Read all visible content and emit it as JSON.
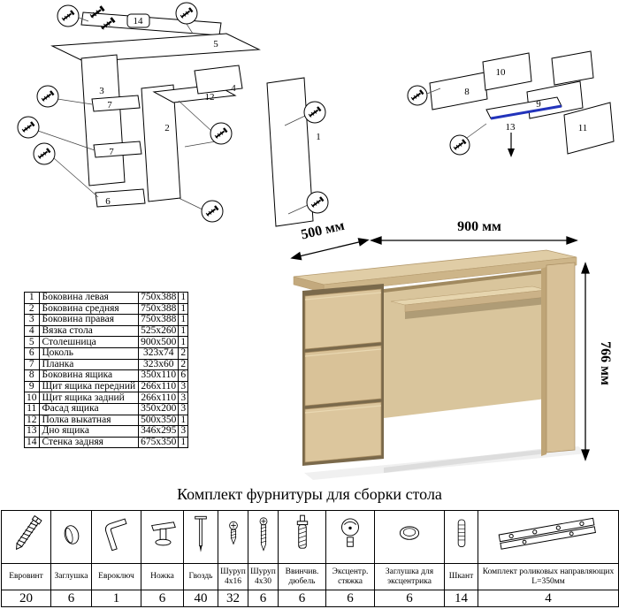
{
  "title": "Комплект фурнитуры для сборки стола",
  "colors": {
    "wood": "#d8c198",
    "wood_dark": "#c4a878",
    "highlight_blue": "#2233bb"
  },
  "desk": {
    "dim_width": "900 мм",
    "dim_depth": "500 мм",
    "dim_height": "766 мм"
  },
  "parts_table": {
    "rows": [
      {
        "n": "1",
        "name": "Боковина левая",
        "size": "750x388",
        "qty": "1"
      },
      {
        "n": "2",
        "name": "Боковина средняя",
        "size": "750x388",
        "qty": "1"
      },
      {
        "n": "3",
        "name": "Боковина правая",
        "size": "750x388",
        "qty": "1"
      },
      {
        "n": "4",
        "name": "Вязка стола",
        "size": "525x260",
        "qty": "1"
      },
      {
        "n": "5",
        "name": "Столешница",
        "size": "900x500",
        "qty": "1"
      },
      {
        "n": "6",
        "name": "Цоколь",
        "size": "323x74",
        "qty": "2"
      },
      {
        "n": "7",
        "name": "Планка",
        "size": "323x60",
        "qty": "2"
      },
      {
        "n": "8",
        "name": "Боковина ящика",
        "size": "350x110",
        "qty": "6"
      },
      {
        "n": "9",
        "name": "Щит ящика передний",
        "size": "266x110",
        "qty": "3"
      },
      {
        "n": "10",
        "name": "Щит ящика задний",
        "size": "266x110",
        "qty": "3"
      },
      {
        "n": "11",
        "name": "Фасад ящика",
        "size": "350x200",
        "qty": "3"
      },
      {
        "n": "12",
        "name": "Полка выкатная",
        "size": "500x350",
        "qty": "1"
      },
      {
        "n": "13",
        "name": "Дно ящика",
        "size": "346x295",
        "qty": "3"
      },
      {
        "n": "14",
        "name": "Стенка задняя",
        "size": "675x350",
        "qty": "1"
      }
    ]
  },
  "hardware": {
    "items": [
      {
        "name": "Евровинт",
        "qty": "20"
      },
      {
        "name": "Заглушка",
        "qty": "6"
      },
      {
        "name": "Евроключ",
        "qty": "1"
      },
      {
        "name": "Ножка",
        "qty": "6"
      },
      {
        "name": "Гвоздь",
        "qty": "40"
      },
      {
        "name": "Шуруп 4x16",
        "qty": "32"
      },
      {
        "name": "Шуруп 4x30",
        "qty": "6"
      },
      {
        "name": "Ввинчив. дюбель",
        "qty": "6"
      },
      {
        "name": "Эксцентр. стяжка",
        "qty": "6"
      },
      {
        "name": "Заглушка для эксцентрика",
        "qty": "6"
      },
      {
        "name": "Шкант",
        "qty": "14"
      },
      {
        "name": "Комплект роликовых направляющих L=350мм",
        "qty": "4"
      }
    ]
  },
  "diagram_left": {
    "labels": [
      "14",
      "5",
      "3",
      "7",
      "2",
      "12",
      "4",
      "7",
      "6",
      "1"
    ]
  },
  "diagram_right": {
    "labels": [
      "10",
      "8",
      "9",
      "13",
      "11"
    ]
  }
}
